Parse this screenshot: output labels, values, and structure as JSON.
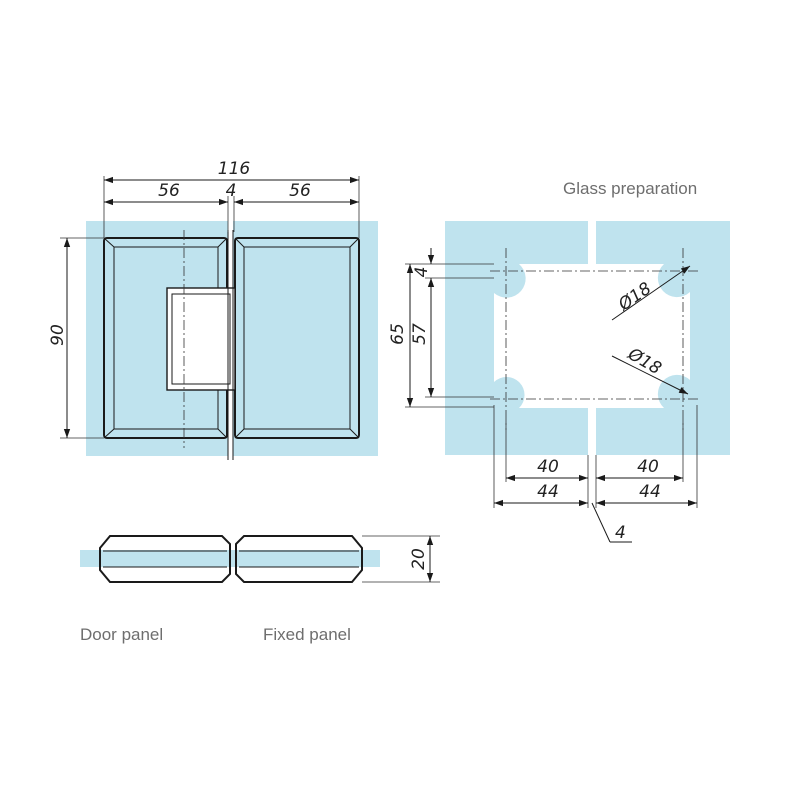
{
  "colors": {
    "glass": "#bfe3ee",
    "line": "#1a1a1a",
    "caption": "#6e6e6e"
  },
  "front_view": {
    "overall_width": "116",
    "left_width": "56",
    "gap": "4",
    "right_width": "56",
    "height": "90"
  },
  "glass_prep": {
    "title": "Glass preparation",
    "notch_height": "4",
    "height_outer": "65",
    "height_inner": "57",
    "hole_dia_top": "Ø18",
    "hole_dia_bottom": "Ø18",
    "left_inner": "40",
    "right_inner": "40",
    "left_outer": "44",
    "right_outer": "44",
    "center_gap": "4"
  },
  "section_view": {
    "thickness": "20"
  },
  "captions": {
    "door": "Door panel",
    "fixed": "Fixed panel"
  }
}
